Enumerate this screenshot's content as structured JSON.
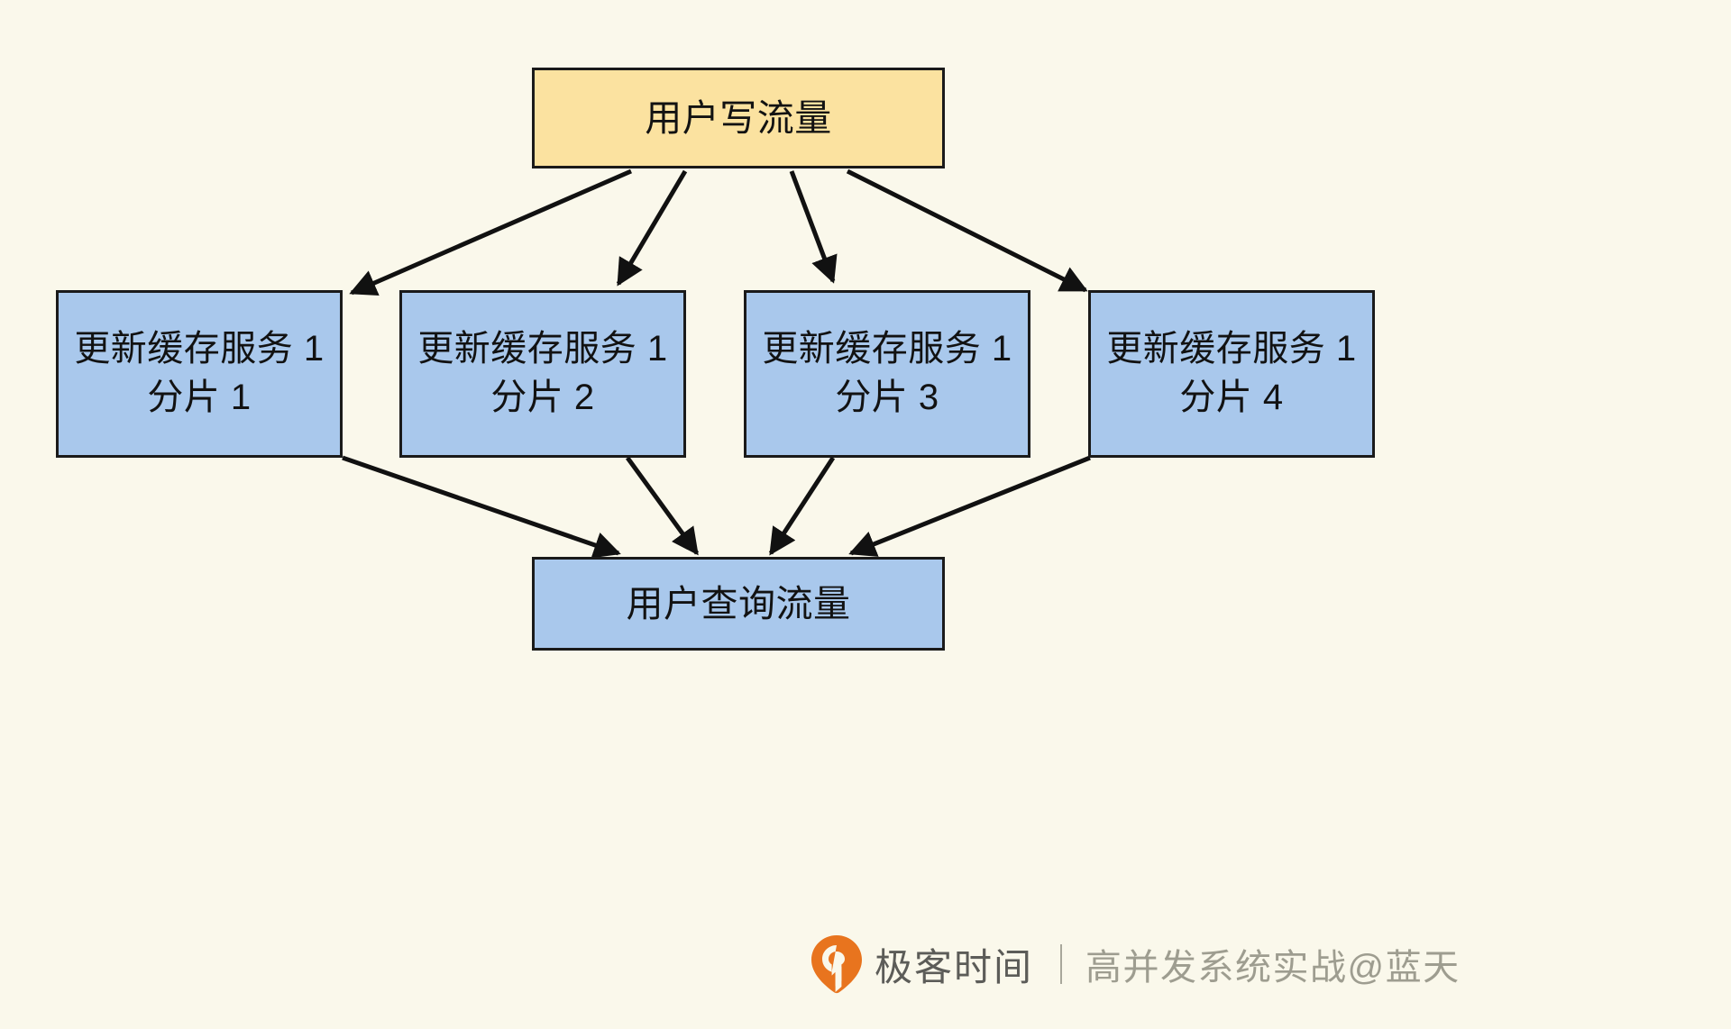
{
  "diagram": {
    "background_color": "#FAF8EB",
    "border_color": "#1A1A1A",
    "nodes": {
      "write_traffic": {
        "label": "用户写流量",
        "fill": "#FBE2A0"
      },
      "query_traffic": {
        "label": "用户查询流量",
        "fill": "#A9C8EC"
      },
      "shards": [
        {
          "label": "更新缓存服务 1\n分片 1",
          "fill": "#A9C8EC"
        },
        {
          "label": "更新缓存服务 1\n分片 2",
          "fill": "#A9C8EC"
        },
        {
          "label": "更新缓存服务 1\n分片 3",
          "fill": "#A9C8EC"
        },
        {
          "label": "更新缓存服务 1\n分片 4",
          "fill": "#A9C8EC"
        }
      ]
    }
  },
  "footer": {
    "brand_name": "极客时间",
    "brand_logo_color": "#E8741E",
    "divider": "|",
    "course_name": "高并发系统实战@蓝天",
    "text_color": "#9E9D90"
  }
}
